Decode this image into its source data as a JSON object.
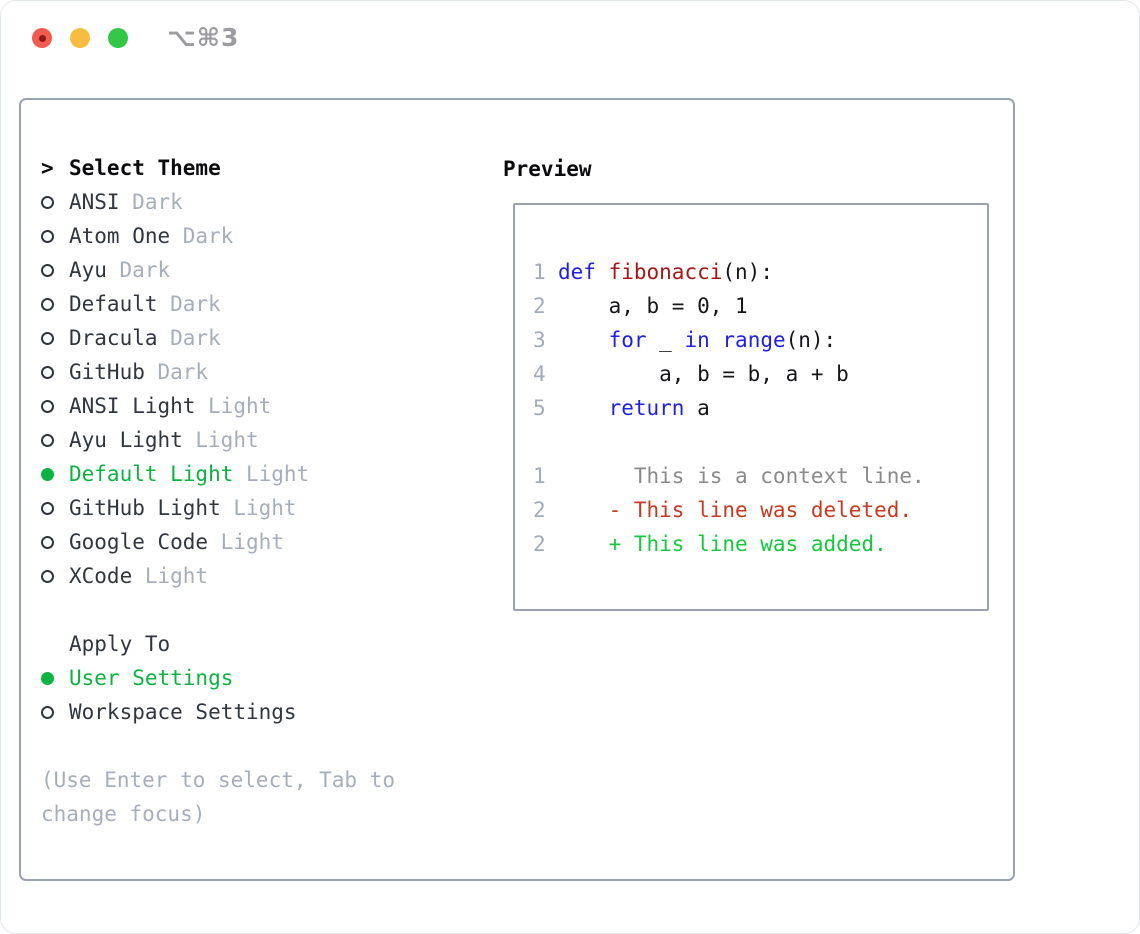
{
  "titlebar": {
    "shortcut": "⌥⌘3",
    "buttons": [
      "close",
      "minimize",
      "zoom"
    ]
  },
  "theme_panel": {
    "header": {
      "prefix": ">",
      "label": "Select Theme"
    },
    "items": [
      {
        "name": "ANSI",
        "variant": "Dark",
        "selected": false
      },
      {
        "name": "Atom One",
        "variant": "Dark",
        "selected": false
      },
      {
        "name": "Ayu",
        "variant": "Dark",
        "selected": false
      },
      {
        "name": "Default",
        "variant": "Dark",
        "selected": false
      },
      {
        "name": "Dracula",
        "variant": "Dark",
        "selected": false
      },
      {
        "name": "GitHub",
        "variant": "Dark",
        "selected": false
      },
      {
        "name": "ANSI Light",
        "variant": "Light",
        "selected": false
      },
      {
        "name": "Ayu Light",
        "variant": "Light",
        "selected": false
      },
      {
        "name": "Default Light",
        "variant": "Light",
        "selected": true
      },
      {
        "name": "GitHub Light",
        "variant": "Light",
        "selected": false
      },
      {
        "name": "Google Code",
        "variant": "Light",
        "selected": false
      },
      {
        "name": "XCode",
        "variant": "Light",
        "selected": false
      }
    ],
    "apply_to": {
      "label": "Apply To",
      "options": [
        {
          "label": "User Settings",
          "selected": true
        },
        {
          "label": "Workspace Settings",
          "selected": false
        }
      ]
    },
    "help": "(Use Enter to select, Tab to change focus)"
  },
  "preview": {
    "title": "Preview",
    "lines": [
      {
        "num": "1",
        "tokens": [
          {
            "t": "def",
            "s": "kw"
          },
          {
            "t": " ",
            "s": "pl"
          },
          {
            "t": "fibonacci",
            "s": "fn"
          },
          {
            "t": "(n):",
            "s": "pl"
          }
        ]
      },
      {
        "num": "2",
        "tokens": [
          {
            "t": "    a, b = 0, 1",
            "s": "pl"
          }
        ]
      },
      {
        "num": "3",
        "tokens": [
          {
            "t": "    ",
            "s": "pl"
          },
          {
            "t": "for",
            "s": "kw"
          },
          {
            "t": " _ ",
            "s": "pl"
          },
          {
            "t": "in",
            "s": "kw"
          },
          {
            "t": " ",
            "s": "pl"
          },
          {
            "t": "range",
            "s": "kw"
          },
          {
            "t": "(n):",
            "s": "pl"
          }
        ]
      },
      {
        "num": "4",
        "tokens": [
          {
            "t": "        a, b = b, a + b",
            "s": "pl"
          }
        ]
      },
      {
        "num": "5",
        "tokens": [
          {
            "t": "    ",
            "s": "pl"
          },
          {
            "t": "return",
            "s": "kw"
          },
          {
            "t": " a",
            "s": "pl"
          }
        ]
      },
      {
        "num": "",
        "tokens": []
      },
      {
        "num": "1",
        "tokens": [
          {
            "t": "      This is a context line.",
            "s": "ctx"
          }
        ]
      },
      {
        "num": "2",
        "tokens": [
          {
            "t": "    - This line was deleted.",
            "s": "del"
          }
        ]
      },
      {
        "num": "2",
        "tokens": [
          {
            "t": "    + This line was added.",
            "s": "add"
          }
        ]
      }
    ]
  },
  "colors": {
    "border": "#9aa2ae",
    "header_text": "#0b0b0e",
    "item_text": "#31363e",
    "variant": "#a6aebc",
    "help": "#a6aebc",
    "green": "#0db342",
    "keyword": "#2020e0",
    "function": "#a61616",
    "code_text": "#15161a",
    "line_number": "#a2abbc",
    "context": "#8a8a8a",
    "deleted": "#c63a22",
    "added": "#16c83e",
    "shortcut": "#9b9ba0",
    "traffic_red": "#f15c51",
    "traffic_red_dot": "#8e1a12",
    "traffic_yellow": "#f6bd40",
    "traffic_green": "#33c748"
  }
}
